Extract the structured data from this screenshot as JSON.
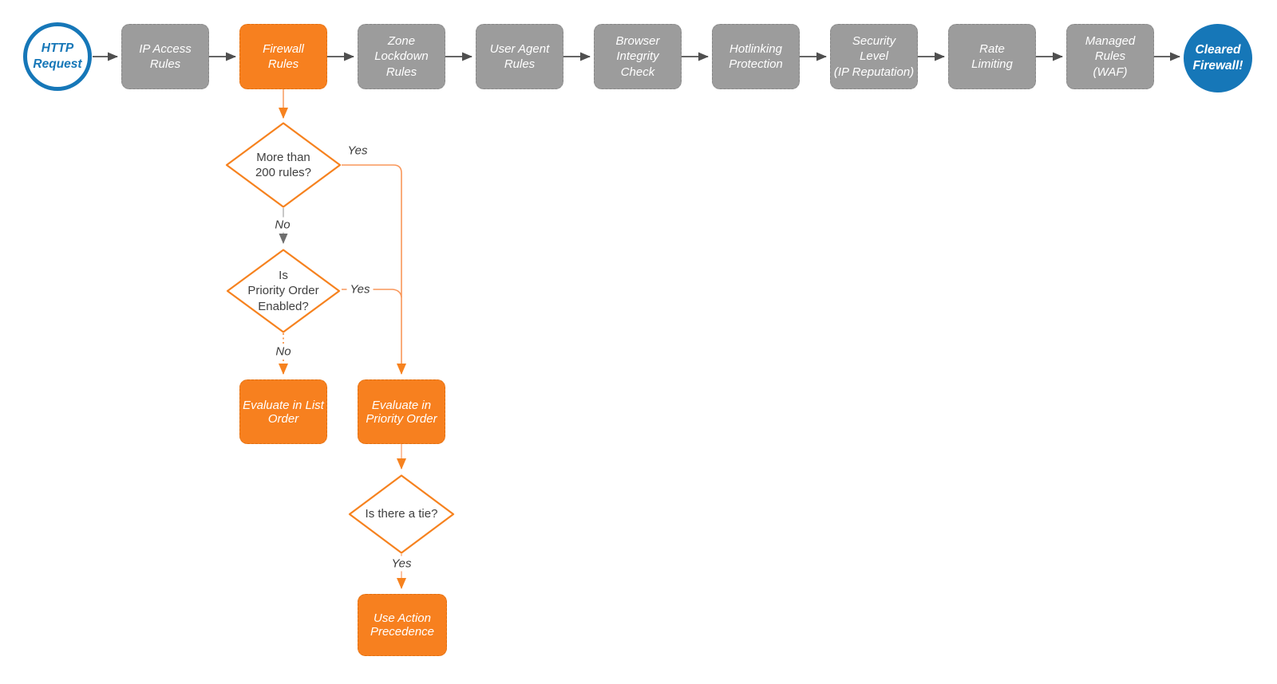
{
  "diagram": {
    "type": "flowchart",
    "colors": {
      "accent_orange": "#f7801f",
      "orange_line": "#f9975a",
      "orange_line_light": "#fbb28a",
      "accent_blue": "#1677b8",
      "box_gray": "#9c9c9c",
      "arrow_dark": "#4f4f4f",
      "gray_line": "#b5b5b5",
      "text_dark": "#3f3f3f"
    }
  },
  "pipeline": {
    "start": {
      "label": "HTTP\nRequest"
    },
    "steps": [
      {
        "label": "IP Access\nRules",
        "variant": "gray"
      },
      {
        "label": "Firewall\nRules",
        "variant": "orange"
      },
      {
        "label": "Zone\nLockdown\nRules",
        "variant": "gray"
      },
      {
        "label": "User Agent\nRules",
        "variant": "gray"
      },
      {
        "label": "Browser\nIntegrity\nCheck",
        "variant": "gray"
      },
      {
        "label": "Hotlinking\nProtection",
        "variant": "gray"
      },
      {
        "label": "Security\nLevel\n(IP Reputation)",
        "variant": "gray"
      },
      {
        "label": "Rate\nLimiting",
        "variant": "gray"
      },
      {
        "label": "Managed\nRules\n(WAF)",
        "variant": "gray"
      }
    ],
    "end": {
      "label": "Cleared\nFirewall!"
    }
  },
  "decisions": {
    "more_than_200": {
      "question": "More than\n200 rules?",
      "yes_label": "Yes",
      "no_label": "No"
    },
    "priority_enabled": {
      "question": "Is\nPriority Order\nEnabled?",
      "yes_label": "Yes",
      "no_label": "No"
    },
    "tie": {
      "question": "Is there a tie?",
      "yes_label": "Yes"
    }
  },
  "actions": {
    "list_order": {
      "label": "Evaluate\nin\nList Order"
    },
    "priority_order": {
      "label": "Evaluate\nin\nPriority Order"
    },
    "action_precedence": {
      "label": "Use\nAction\nPrecedence"
    }
  }
}
